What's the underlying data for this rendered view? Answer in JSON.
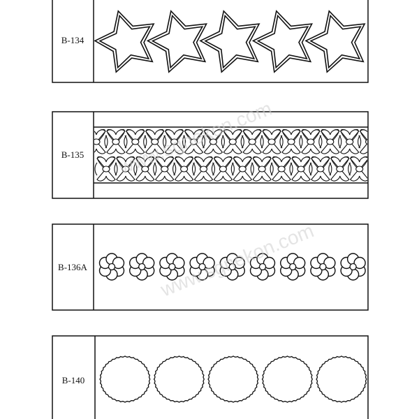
{
  "watermark": "www.sgnekon.com",
  "colors": {
    "ink": "#111111",
    "background": "#ffffff",
    "watermark": "#cfcfcf"
  },
  "items": [
    {
      "code": "B-134",
      "pattern": "double-outline-star",
      "count": 5
    },
    {
      "code": "B-135",
      "pattern": "bow",
      "rows": 2
    },
    {
      "code": "B-136A",
      "pattern": "flower",
      "count": 9
    },
    {
      "code": "B-140",
      "pattern": "scalloped-circle",
      "count": 5
    }
  ]
}
